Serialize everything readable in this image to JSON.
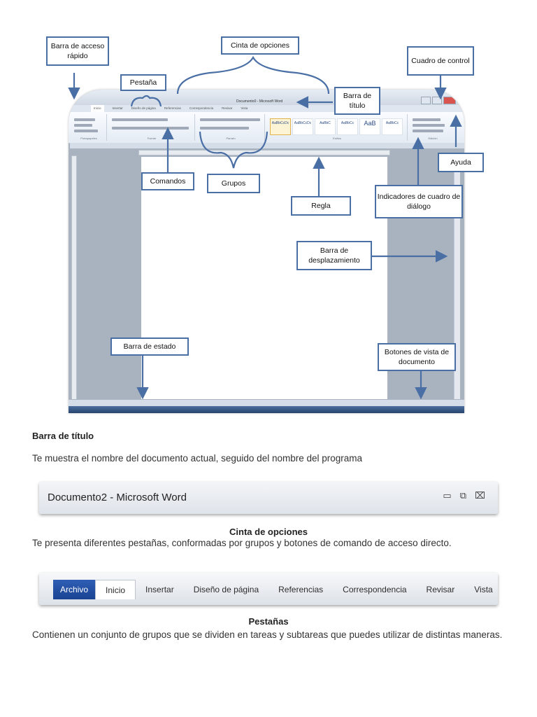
{
  "word_screenshot": {
    "window_title": "Documento0 - Microsoft Word",
    "ribbon_tabs": [
      "Inicio",
      "Insertar",
      "Diseño de página",
      "Referencias",
      "Correspondencia",
      "Revisar",
      "Vista"
    ],
    "groups": [
      "Portapapeles",
      "Fuente",
      "Párrafo",
      "Estilos",
      "Edición"
    ],
    "styles": [
      "AaBbCcDc",
      "AaBbCcDc",
      "AaBbC",
      "AaBbCc",
      "AaB",
      "AaBbCc"
    ],
    "callouts": {
      "quick_access": "Barra de acceso rápido",
      "options_ribbon": "Cinta de opciones",
      "control_box": "Cuadro de control",
      "tab": "Pestaña",
      "title_bar": "Barra de título",
      "help": "Ayuda",
      "commands": "Comandos",
      "groups": "Grupos",
      "ruler": "Regla",
      "dialog_indicators": "Indicadores de cuadro de diálogo",
      "scrollbar": "Barra de desplazamiento",
      "status_bar": "Barra de estado",
      "view_buttons": "Botones de vista de documento"
    }
  },
  "sections": {
    "titlebar_heading": "Barra de título",
    "titlebar_text": "Te muestra el nombre del documento actual, seguido del nombre del programa",
    "ribbon_heading": "Cinta de opciones",
    "ribbon_text": "Te presenta diferentes pestañas, conformadas por grupos y botones de comando de acceso directo.",
    "tabs_heading": "Pestañas",
    "tabs_text": "Contienen un conjunto de grupos que se dividen en tareas y subtareas que puedes utilizar de distintas maneras."
  },
  "titlebar_example": {
    "title": "Documento2 - Microsoft Word",
    "icons": [
      "minimize-icon",
      "restore-icon",
      "close-icon"
    ]
  },
  "tabs_example": [
    "Archivo",
    "Inicio",
    "Insertar",
    "Diseño de página",
    "Referencias",
    "Correspondencia",
    "Revisar",
    "Vista"
  ],
  "colors": {
    "callout_border": "#4a6fa5",
    "archivo_tab": "#1a4392"
  }
}
